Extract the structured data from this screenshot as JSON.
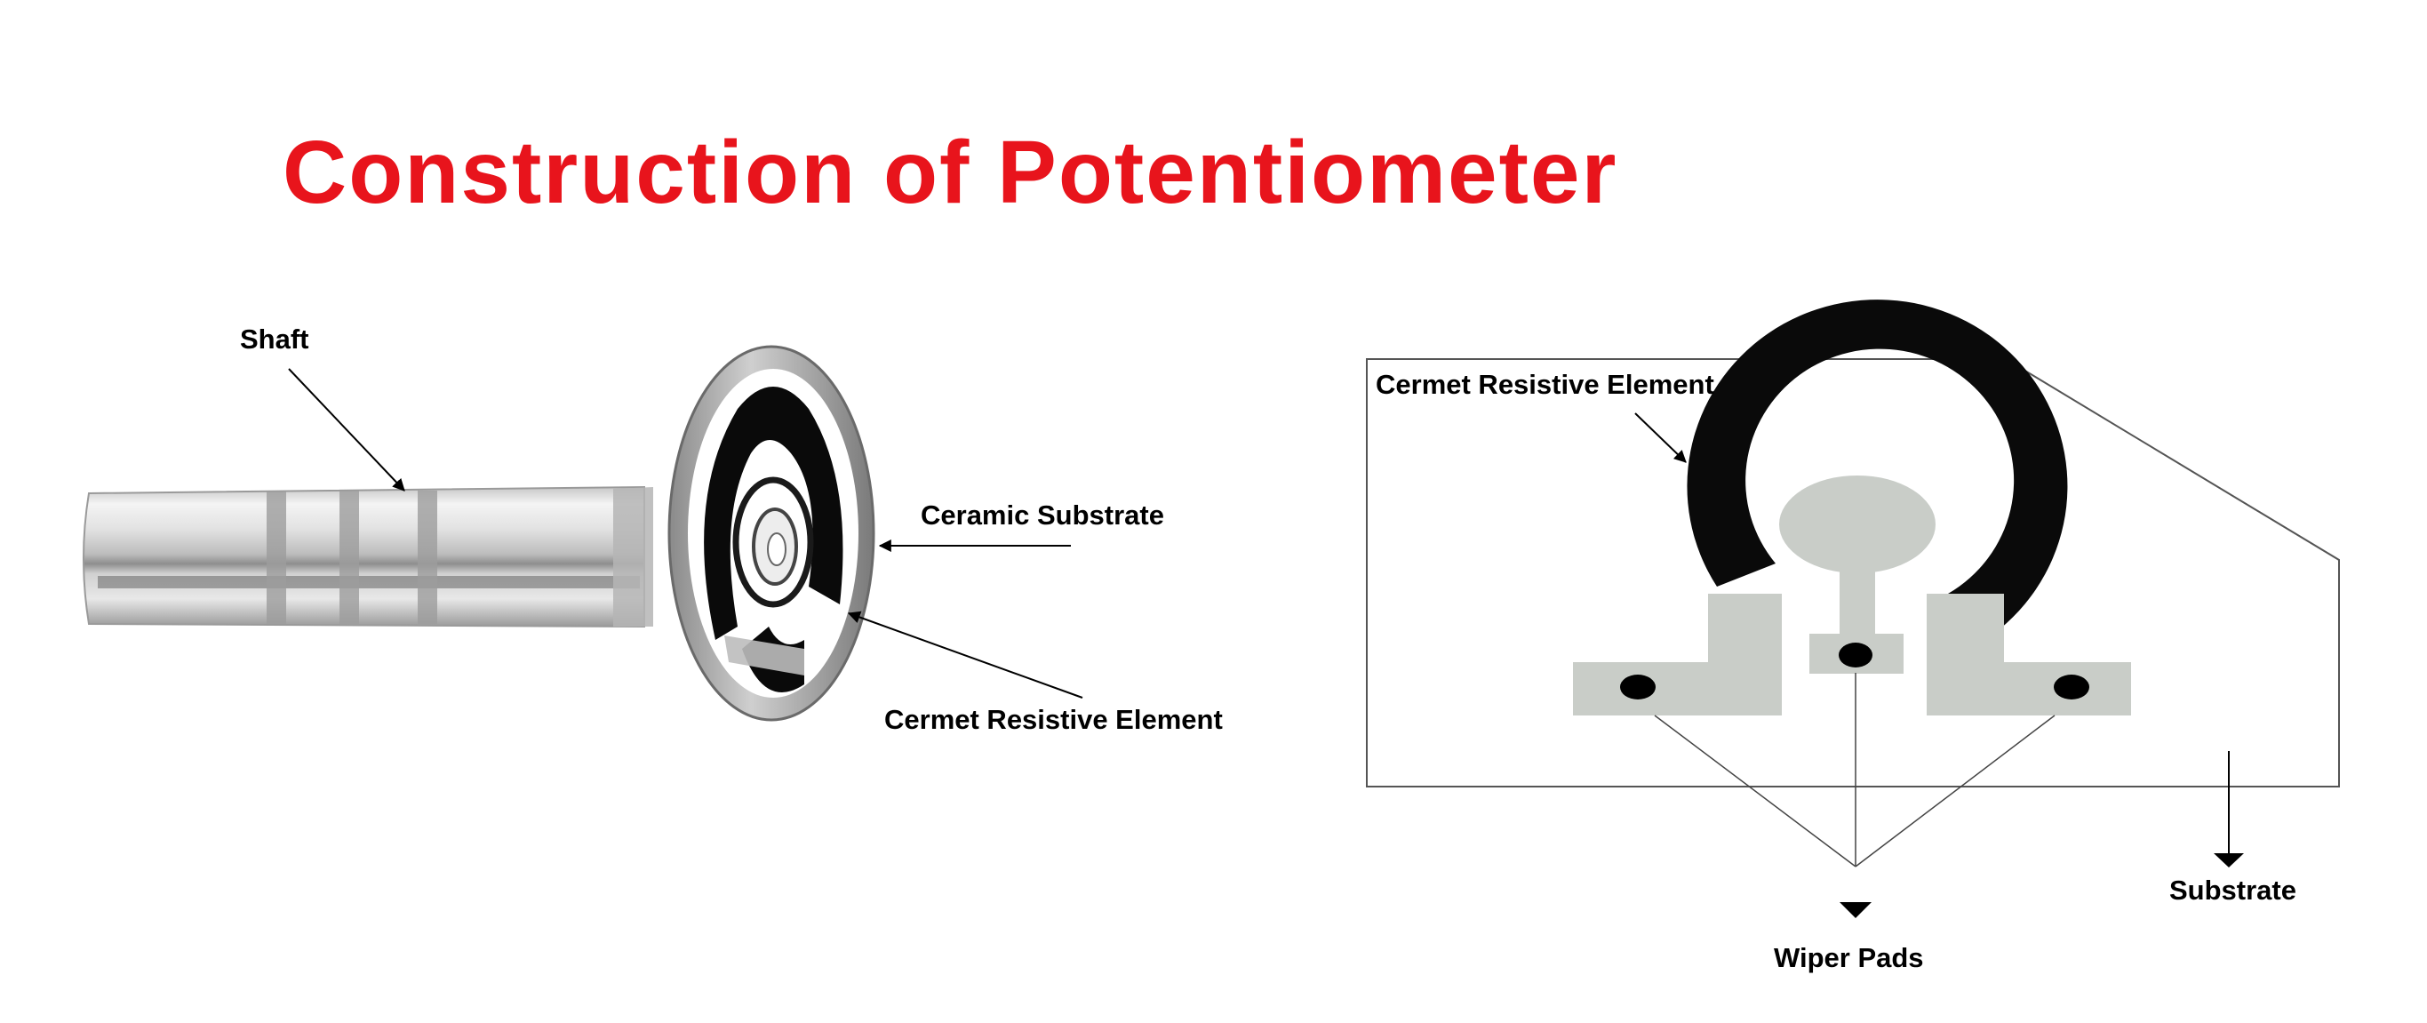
{
  "title": "Construction of Potentiometer",
  "left_diagram": {
    "labels": {
      "shaft": "Shaft",
      "ceramic_substrate": "Ceramic Substrate",
      "cermet_resistive_element": "Cermet Resistive Element"
    }
  },
  "right_diagram": {
    "labels": {
      "cermet_resistive_element": "Cermet Resistive Element",
      "wiper_pads": "Wiper Pads",
      "substrate": "Substrate"
    }
  },
  "colors": {
    "title": "#e8141c",
    "pad": "#c9cdc8",
    "resistive": "#0a0a0a",
    "metal": "#d6d6d6"
  }
}
